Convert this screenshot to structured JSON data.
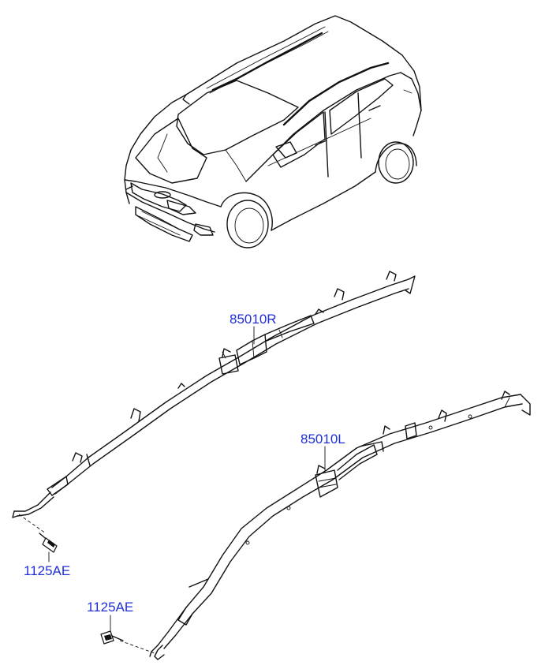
{
  "labels": {
    "curtain_airbag_right": "85010R",
    "curtain_airbag_left": "85010L",
    "bolt_right": "1125AE",
    "bolt_left": "1125AE"
  },
  "colors": {
    "label": "#1f2fd8",
    "line": "#111111",
    "background": "#ffffff"
  }
}
